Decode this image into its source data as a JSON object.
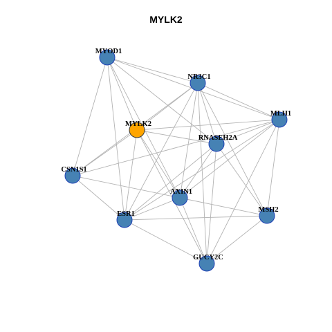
{
  "title": "MYLK2",
  "colors": {
    "center_node": "#FFA500",
    "node": "#4682B4",
    "node_border": "#1E3FB4",
    "center_border": "#3A3A3A",
    "edge": "#B3B3B3"
  },
  "nodes": [
    {
      "id": "MYOD1",
      "label": "MYOD1",
      "center": false
    },
    {
      "id": "NR3C1",
      "label": "NR3C1",
      "center": false
    },
    {
      "id": "MLH1",
      "label": "MLH1",
      "center": false
    },
    {
      "id": "MYLK2",
      "label": "MYLK2",
      "center": true
    },
    {
      "id": "RNASEH2A",
      "label": "RNASEH2A",
      "center": false
    },
    {
      "id": "CSN1S1",
      "label": "CSN1S1",
      "center": false
    },
    {
      "id": "AXIN1",
      "label": "AXIN1",
      "center": false
    },
    {
      "id": "ESR1",
      "label": "ESR1",
      "center": false
    },
    {
      "id": "MSH2",
      "label": "MSH2",
      "center": false
    },
    {
      "id": "GUCY2C",
      "label": "GUCY2C",
      "center": false
    }
  ],
  "edges": [
    [
      "MYOD1",
      "NR3C1"
    ],
    [
      "MYOD1",
      "MLH1"
    ],
    [
      "MYOD1",
      "MYLK2"
    ],
    [
      "MYOD1",
      "RNASEH2A"
    ],
    [
      "MYOD1",
      "CSN1S1"
    ],
    [
      "MYOD1",
      "AXIN1"
    ],
    [
      "MYOD1",
      "ESR1"
    ],
    [
      "NR3C1",
      "MLH1"
    ],
    [
      "NR3C1",
      "MYLK2"
    ],
    [
      "NR3C1",
      "RNASEH2A"
    ],
    [
      "NR3C1",
      "CSN1S1"
    ],
    [
      "NR3C1",
      "AXIN1"
    ],
    [
      "NR3C1",
      "ESR1"
    ],
    [
      "NR3C1",
      "MSH2"
    ],
    [
      "NR3C1",
      "GUCY2C"
    ],
    [
      "MLH1",
      "MYLK2"
    ],
    [
      "MLH1",
      "RNASEH2A"
    ],
    [
      "MLH1",
      "CSN1S1"
    ],
    [
      "MLH1",
      "AXIN1"
    ],
    [
      "MLH1",
      "ESR1"
    ],
    [
      "MLH1",
      "MSH2"
    ],
    [
      "MLH1",
      "GUCY2C"
    ],
    [
      "MYLK2",
      "RNASEH2A"
    ],
    [
      "MYLK2",
      "CSN1S1"
    ],
    [
      "MYLK2",
      "AXIN1"
    ],
    [
      "MYLK2",
      "ESR1"
    ],
    [
      "MYLK2",
      "GUCY2C"
    ],
    [
      "RNASEH2A",
      "AXIN1"
    ],
    [
      "RNASEH2A",
      "ESR1"
    ],
    [
      "RNASEH2A",
      "MSH2"
    ],
    [
      "RNASEH2A",
      "GUCY2C"
    ],
    [
      "CSN1S1",
      "ESR1"
    ],
    [
      "CSN1S1",
      "MSH2"
    ],
    [
      "AXIN1",
      "ESR1"
    ],
    [
      "AXIN1",
      "GUCY2C"
    ],
    [
      "ESR1",
      "MSH2"
    ],
    [
      "ESR1",
      "GUCY2C"
    ],
    [
      "MSH2",
      "GUCY2C"
    ]
  ]
}
